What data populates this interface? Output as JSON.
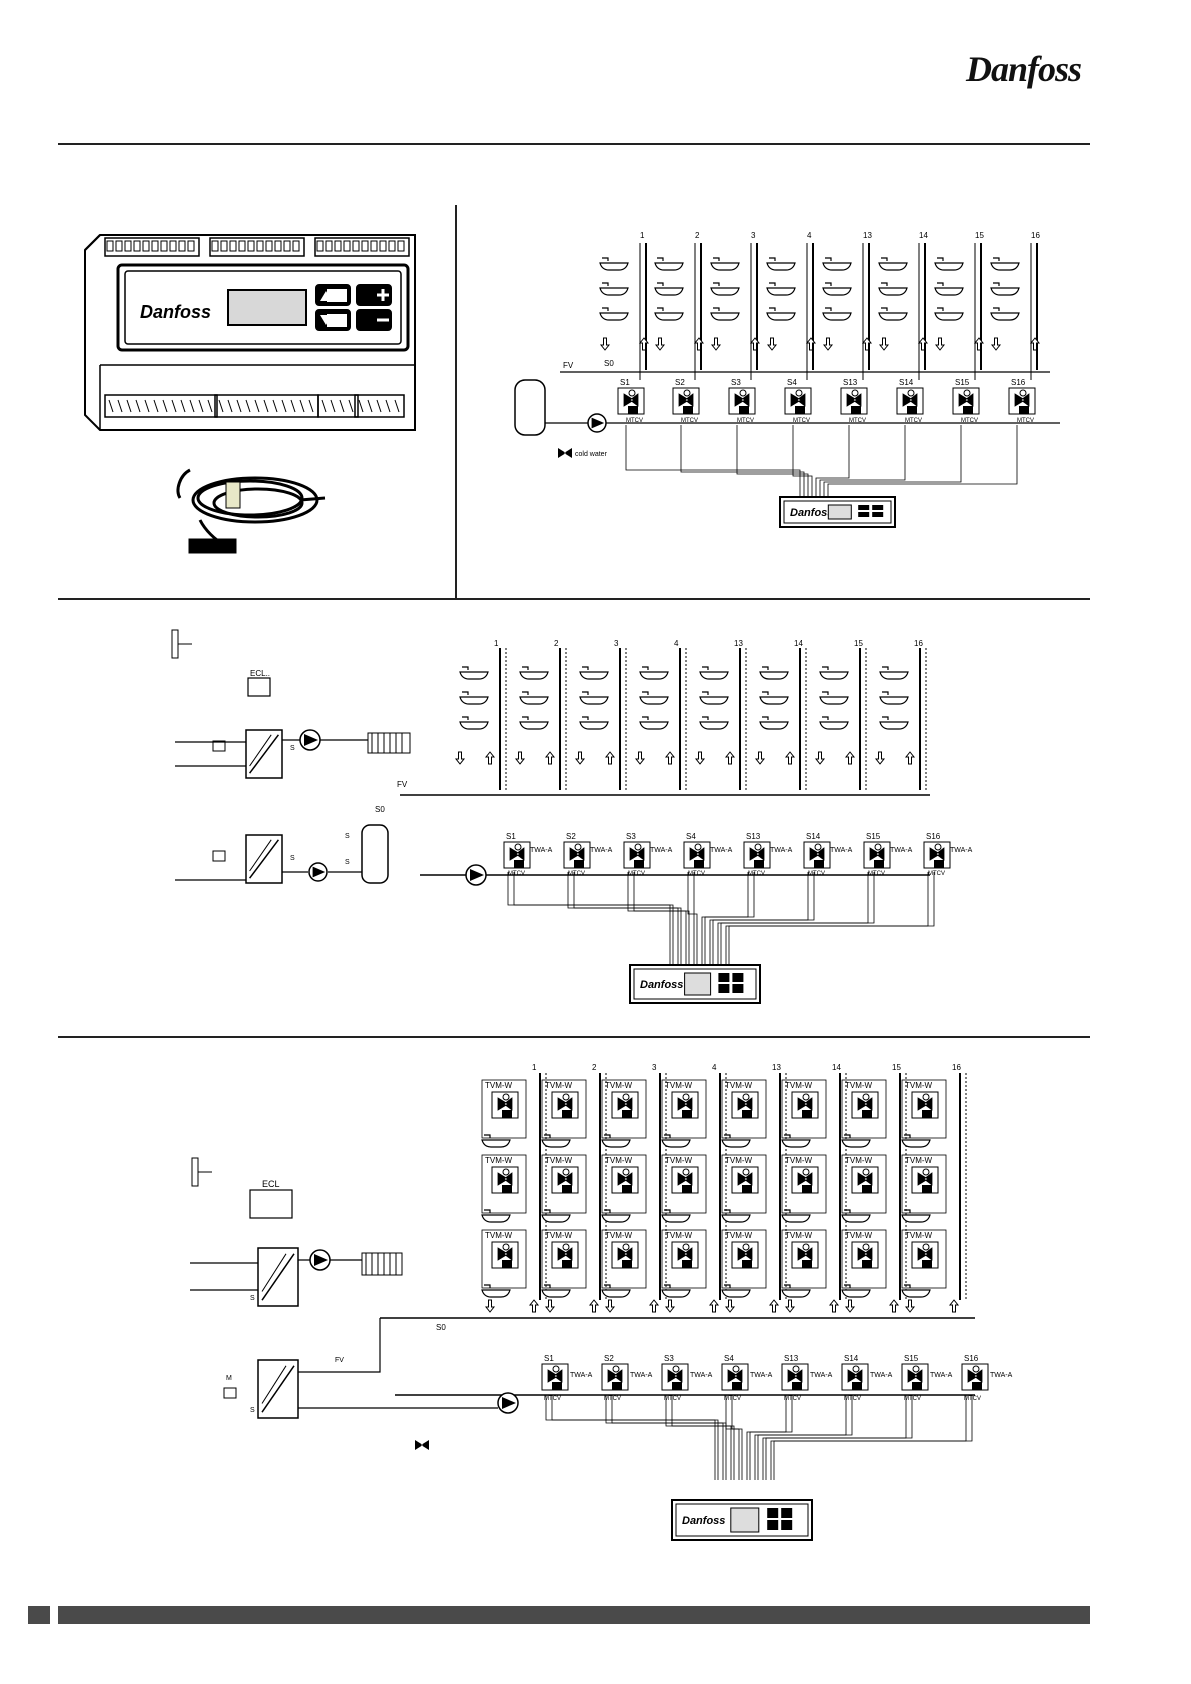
{
  "brand": {
    "name": "Danfoss"
  },
  "colors": {
    "line": "#000000",
    "bar": "#4a4a4a"
  },
  "risers": [
    "1",
    "2",
    "3",
    "4",
    "13",
    "14",
    "15",
    "16"
  ],
  "sensors": [
    "S1",
    "S2",
    "S3",
    "S4",
    "S13",
    "S14",
    "S15",
    "S16"
  ],
  "labels": {
    "fv": "FV",
    "s0": "S0",
    "mtcv": "MTCV",
    "cold_water": "cold  water",
    "twa": "TWA-A",
    "tvm": "TVM-W",
    "ecl_short": "ECL..",
    "ecl": "ECL",
    "m": "M",
    "s": "S"
  },
  "icons": [
    "danfoss-logo",
    "controller-unit",
    "temperature-sensor-cable"
  ]
}
